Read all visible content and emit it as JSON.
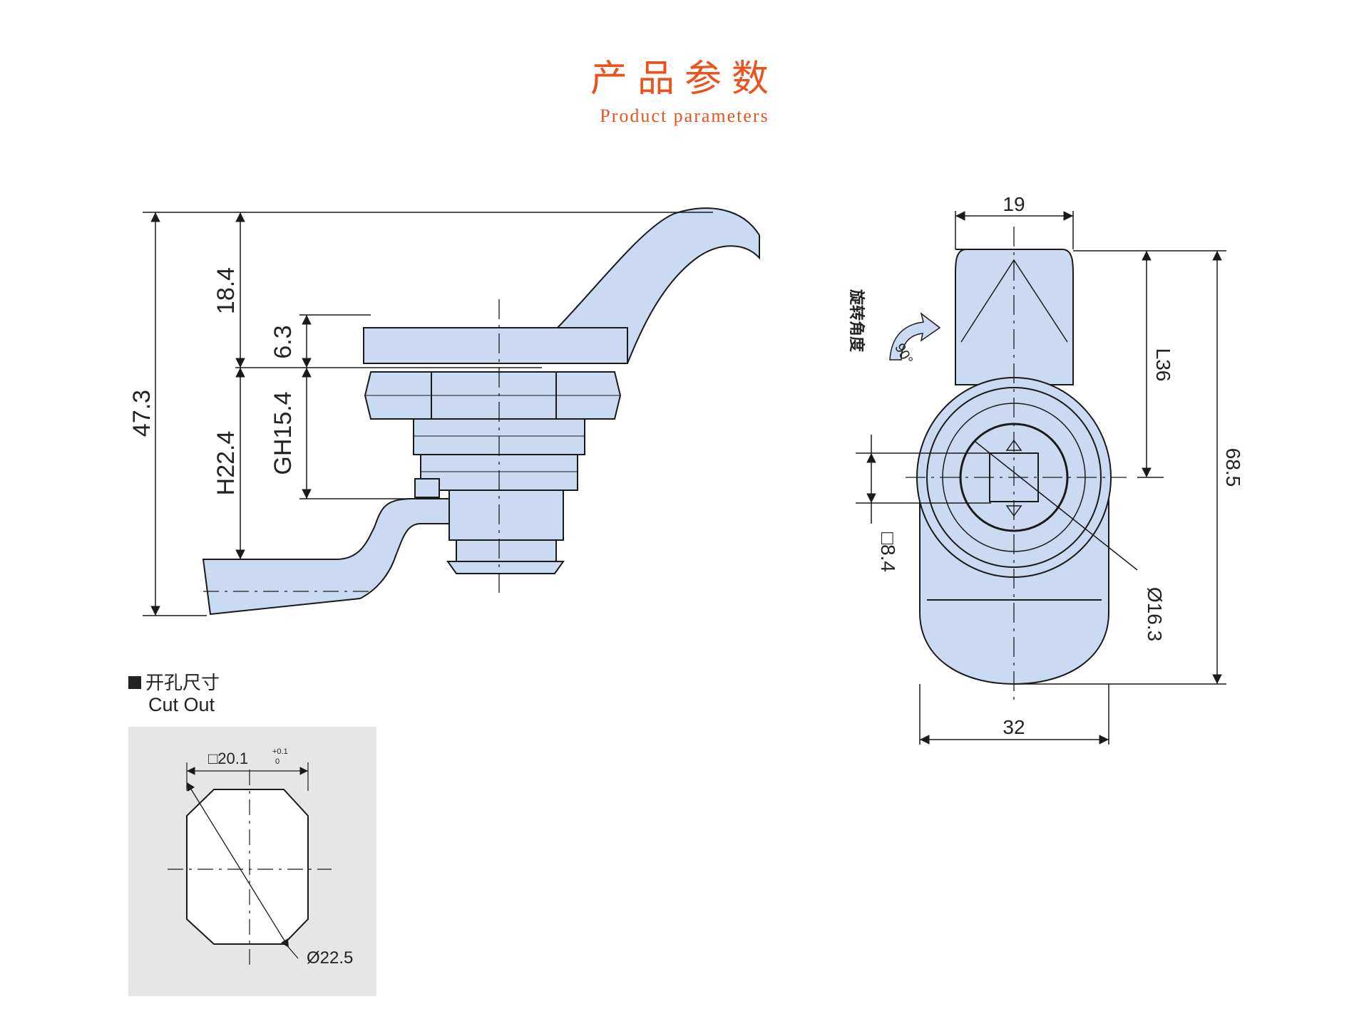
{
  "header": {
    "title": "产品参数",
    "subtitle": "Product parameters"
  },
  "colors": {
    "accent": "#e8541f",
    "part_fill": "#c9daf2",
    "outline": "#1a1a1a",
    "cutout_panel": "#e6e6e6"
  },
  "side_view": {
    "dims": {
      "total_height": "47.3",
      "handle_height": "18.4",
      "flange_thickness": "6.3",
      "grip_thread": "GH15.4",
      "body_height": "H22.4"
    }
  },
  "front_view": {
    "dims": {
      "handle_width": "19",
      "lock_length": "L36",
      "total_length": "68.5",
      "square_drive": "□8.4",
      "bolt_diameter": "Ø16.3",
      "body_width": "32"
    },
    "rotation_label": "旋转角度",
    "rotation_angle": "90°"
  },
  "cutout": {
    "title": "开孔尺寸",
    "subtitle": "Cut Out",
    "square_dim": "□20.1",
    "tol_upper": "+0.1",
    "tol_lower": "0",
    "diameter_dim": "Ø22.5"
  }
}
